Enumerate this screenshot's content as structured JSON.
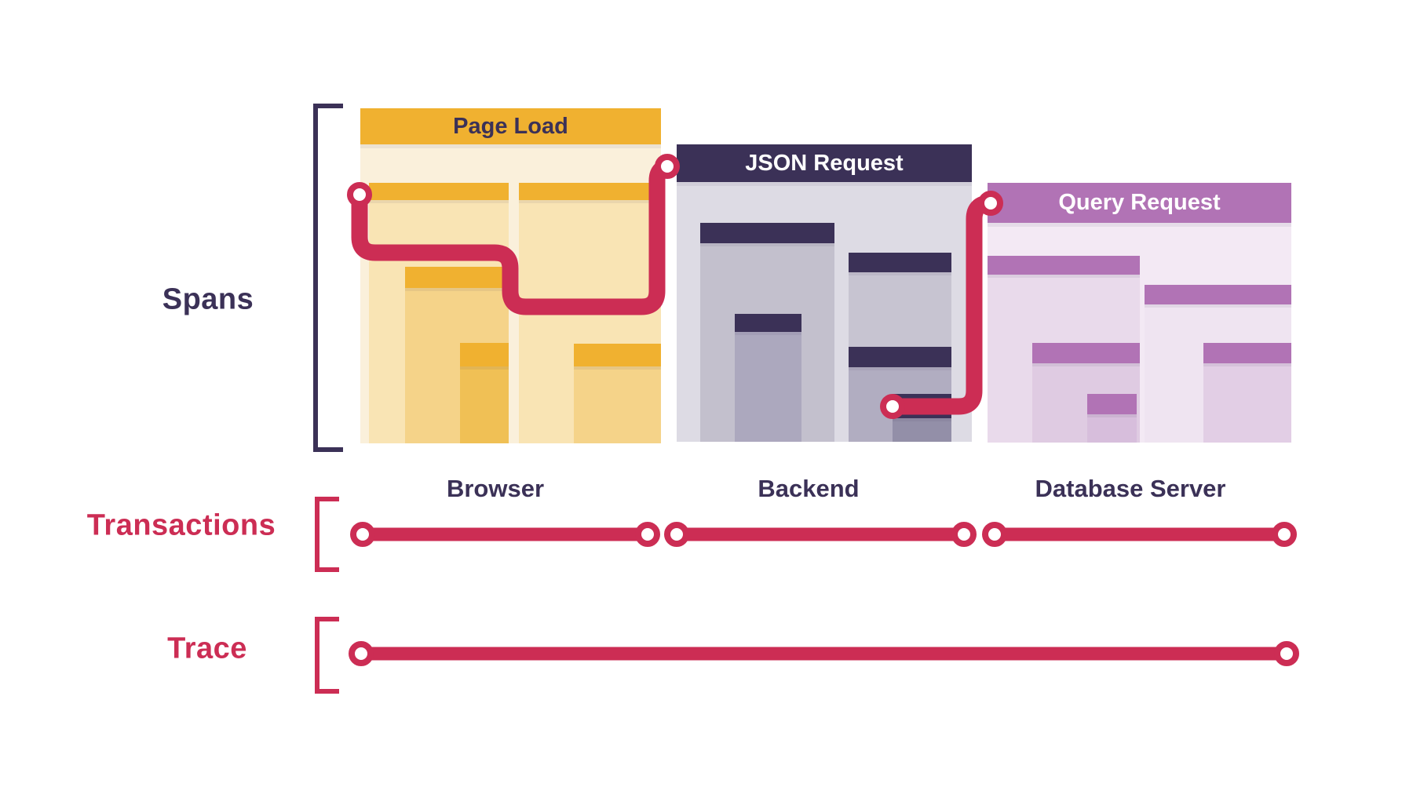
{
  "labels": {
    "spans": "Spans",
    "transactions": "Transactions",
    "trace": "Trace"
  },
  "panels": [
    {
      "title": "Page Load",
      "caption": "Browser"
    },
    {
      "title": "JSON Request",
      "caption": "Backend"
    },
    {
      "title": "Query Request",
      "caption": "Database Server"
    }
  ],
  "colors": {
    "accent_red": "#CC2D54",
    "navy": "#3B3157",
    "gold": "#F0B130",
    "purple": "#B173B5",
    "page_load_body": "#FAF0DB",
    "backend_body": "#DDDBE4",
    "database_body": "#F3E9F4"
  }
}
